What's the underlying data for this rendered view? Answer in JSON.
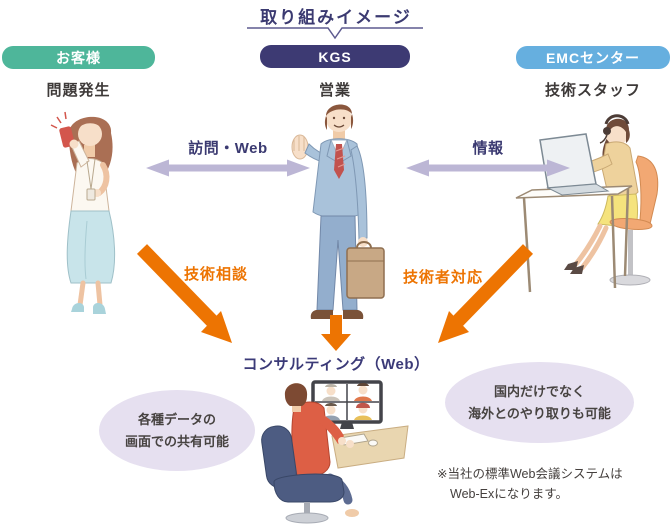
{
  "title": "取り組みイメージ",
  "columns": [
    {
      "badge": "お客様",
      "role": "問題発生",
      "illustration": "customer-woman-with-phone"
    },
    {
      "badge": "KGS",
      "role": "営業",
      "illustration": "sales-businessman-with-briefcase"
    },
    {
      "badge": "EMCセンター",
      "role": "技術スタッフ",
      "illustration": "tech-staff-with-headset-at-desk"
    }
  ],
  "relations": {
    "visit_web": "訪問・Web",
    "info": "情報",
    "tech_consult": "技術相談",
    "tech_support": "技術者対応"
  },
  "consulting": {
    "label": "コンサルティング（Web）",
    "illustration": "man-in-web-meeting-at-monitor"
  },
  "bubbles": {
    "left": {
      "line1": "各種データの",
      "line2": "画面での共有可能"
    },
    "right": {
      "line1": "国内だけでなく",
      "line2": "海外とのやり取りも可能"
    }
  },
  "note": {
    "line1": "※当社の標準Web会議システムは",
    "line2": "Web-Exになります。"
  },
  "colors": {
    "customer_badge": "#4eb69a",
    "kgs_badge": "#3d3a73",
    "emc_badge": "#66afdf",
    "navy_text": "#3b3a71",
    "orange": "#ed7402",
    "lavender_arrow": "#bcb6d5",
    "bubble_fill": "#e6e0f0",
    "dark_text": "#3e3a39"
  }
}
